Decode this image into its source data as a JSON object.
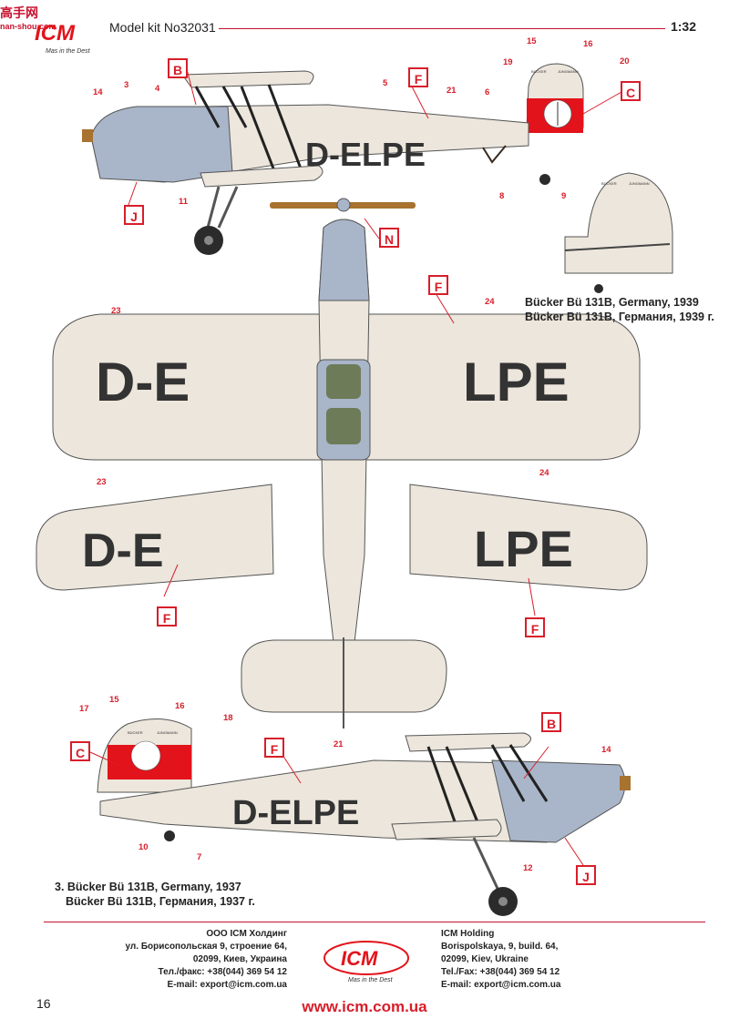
{
  "header": {
    "watermark": "高手网",
    "watermark_url": "nan-shou.com",
    "logo": "ICM",
    "logo_tagline": "Mas in the Dest",
    "title": "Model kit No32031",
    "scale": "1:32"
  },
  "callouts": {
    "B": "B",
    "C": "C",
    "F": "F",
    "J": "J",
    "N": "N"
  },
  "numbers": [
    "3",
    "4",
    "5",
    "6",
    "7",
    "8",
    "9",
    "10",
    "11",
    "12",
    "14",
    "15",
    "16",
    "17",
    "18",
    "19",
    "20",
    "21",
    "23",
    "24"
  ],
  "registration": {
    "side": "D-ELPE",
    "wing_left": "D-E",
    "wing_right": "LPE"
  },
  "fin_labels": {
    "left": "BÜCKER",
    "right": "JUNGMANN"
  },
  "captions": {
    "variant_top_en": "Bücker Bü 131B, Germany, 1939",
    "variant_top_ru": "Bücker Bü 131B, Германия, 1939 г.",
    "variant_bottom_en": "3. Bücker Bü 131B, Germany, 1937",
    "variant_bottom_ru": "Bücker Bü 131B, Германия, 1937 г."
  },
  "footer": {
    "ru": [
      "ООО ICM Холдинг",
      "ул. Борисопольская 9, строение 64,",
      "02099, Киев, Украина",
      "Тел./факс: +38(044) 369 54 12",
      "E-mail: export@icm.com.ua"
    ],
    "en": [
      "ICM Holding",
      "Borispolskaya, 9, build. 64,",
      "02099, Kiev, Ukraine",
      "Tel./Fax: +38(044) 369 54 12",
      "E-mail: export@icm.com.ua"
    ],
    "url": "www.icm.com.ua",
    "page": "16"
  },
  "colors": {
    "accent_red": "#d81e2a",
    "fuselage_cream": "#ece6dc",
    "cowling_blue": "#a9b5c9",
    "tail_red": "#e3131b",
    "propeller": "#a8722f"
  }
}
